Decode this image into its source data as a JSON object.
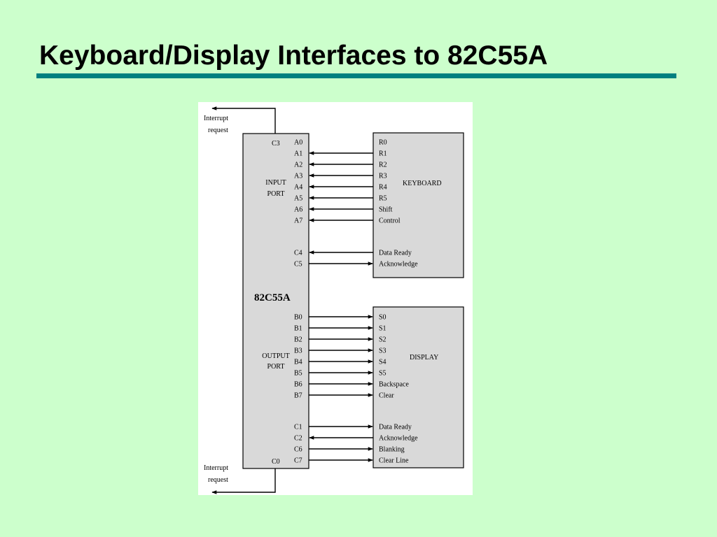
{
  "title": "Keyboard/Display Interfaces to 82C55A",
  "colors": {
    "background": "#ccffcc",
    "rule": "#008080",
    "box_fill": "#d9d9d9"
  },
  "diagram": {
    "chip": {
      "name": "82C55A",
      "top_left_pin": "C3",
      "bottom_left_pin": "C0",
      "input_port_label": [
        "INPUT",
        "PORT"
      ],
      "output_port_label": [
        "OUTPUT",
        "PORT"
      ]
    },
    "interrupt_top": [
      "Interrupt",
      "request"
    ],
    "interrupt_bottom": [
      "Interrupt",
      "request"
    ],
    "keyboard": {
      "name": "KEYBOARD",
      "signals": [
        {
          "pin": "A0",
          "signal": "R0",
          "dir": "none"
        },
        {
          "pin": "A1",
          "signal": "R1",
          "dir": "in"
        },
        {
          "pin": "A2",
          "signal": "R2",
          "dir": "in"
        },
        {
          "pin": "A3",
          "signal": "R3",
          "dir": "in"
        },
        {
          "pin": "A4",
          "signal": "R4",
          "dir": "in"
        },
        {
          "pin": "A5",
          "signal": "R5",
          "dir": "in"
        },
        {
          "pin": "A6",
          "signal": "Shift",
          "dir": "in"
        },
        {
          "pin": "A7",
          "signal": "Control",
          "dir": "in"
        },
        {
          "pin": "C4",
          "signal": "Data Ready",
          "dir": "in"
        },
        {
          "pin": "C5",
          "signal": "Acknowledge",
          "dir": "out"
        }
      ]
    },
    "display": {
      "name": "DISPLAY",
      "signals": [
        {
          "pin": "B0",
          "signal": "S0",
          "dir": "out"
        },
        {
          "pin": "B1",
          "signal": "S1",
          "dir": "out"
        },
        {
          "pin": "B2",
          "signal": "S2",
          "dir": "out"
        },
        {
          "pin": "B3",
          "signal": "S3",
          "dir": "out"
        },
        {
          "pin": "B4",
          "signal": "S4",
          "dir": "out"
        },
        {
          "pin": "B5",
          "signal": "S5",
          "dir": "out"
        },
        {
          "pin": "B6",
          "signal": "Backspace",
          "dir": "out"
        },
        {
          "pin": "B7",
          "signal": "Clear",
          "dir": "out"
        },
        {
          "pin": "C1",
          "signal": "Data Ready",
          "dir": "out"
        },
        {
          "pin": "C2",
          "signal": "Acknowledge",
          "dir": "in"
        },
        {
          "pin": "C6",
          "signal": "Blanking",
          "dir": "out"
        },
        {
          "pin": "C7",
          "signal": "Clear Line",
          "dir": "out"
        }
      ]
    }
  }
}
